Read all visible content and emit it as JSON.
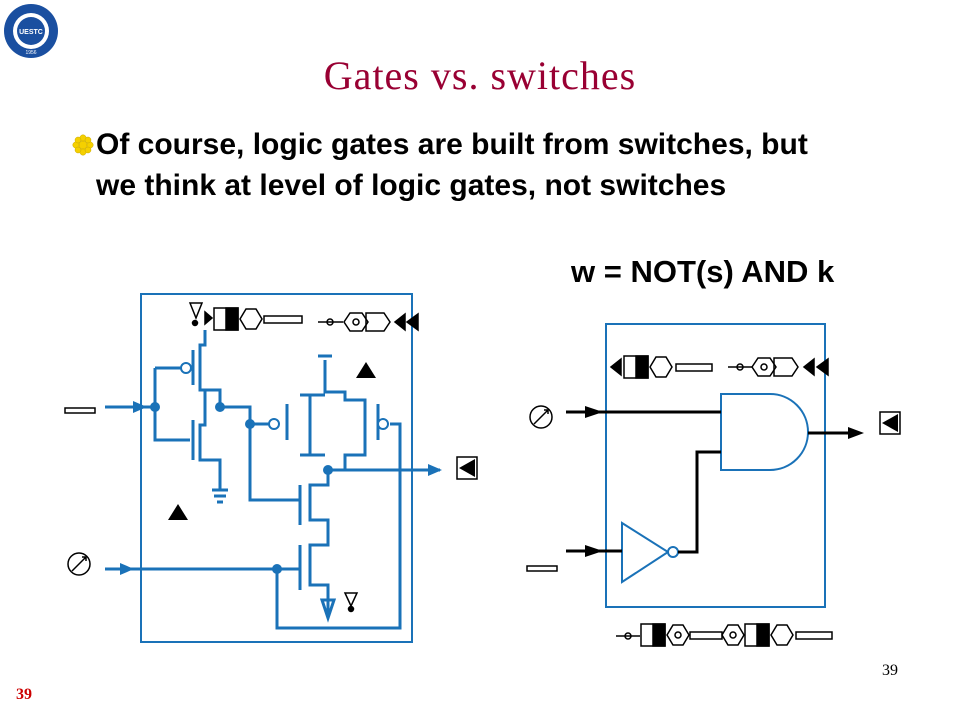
{
  "slide": {
    "title": "Gates vs.  switches",
    "bullet": "Of course, logic gates are built from switches, but we think at level of logic gates, not switches",
    "formula": "w = NOT(s) AND k",
    "page_number": "39",
    "slide_number": "39",
    "logo_text": "UESTC",
    "logo_year": "1956"
  },
  "colors": {
    "title": "#990033",
    "circuit_blue": "#1a72b8",
    "slide_number": "#cc0000",
    "bullet_yellow": "#f5d000"
  },
  "icons": [
    "university-logo",
    "bullet-flower-icon",
    "key-icon",
    "dingbat-symbols"
  ]
}
